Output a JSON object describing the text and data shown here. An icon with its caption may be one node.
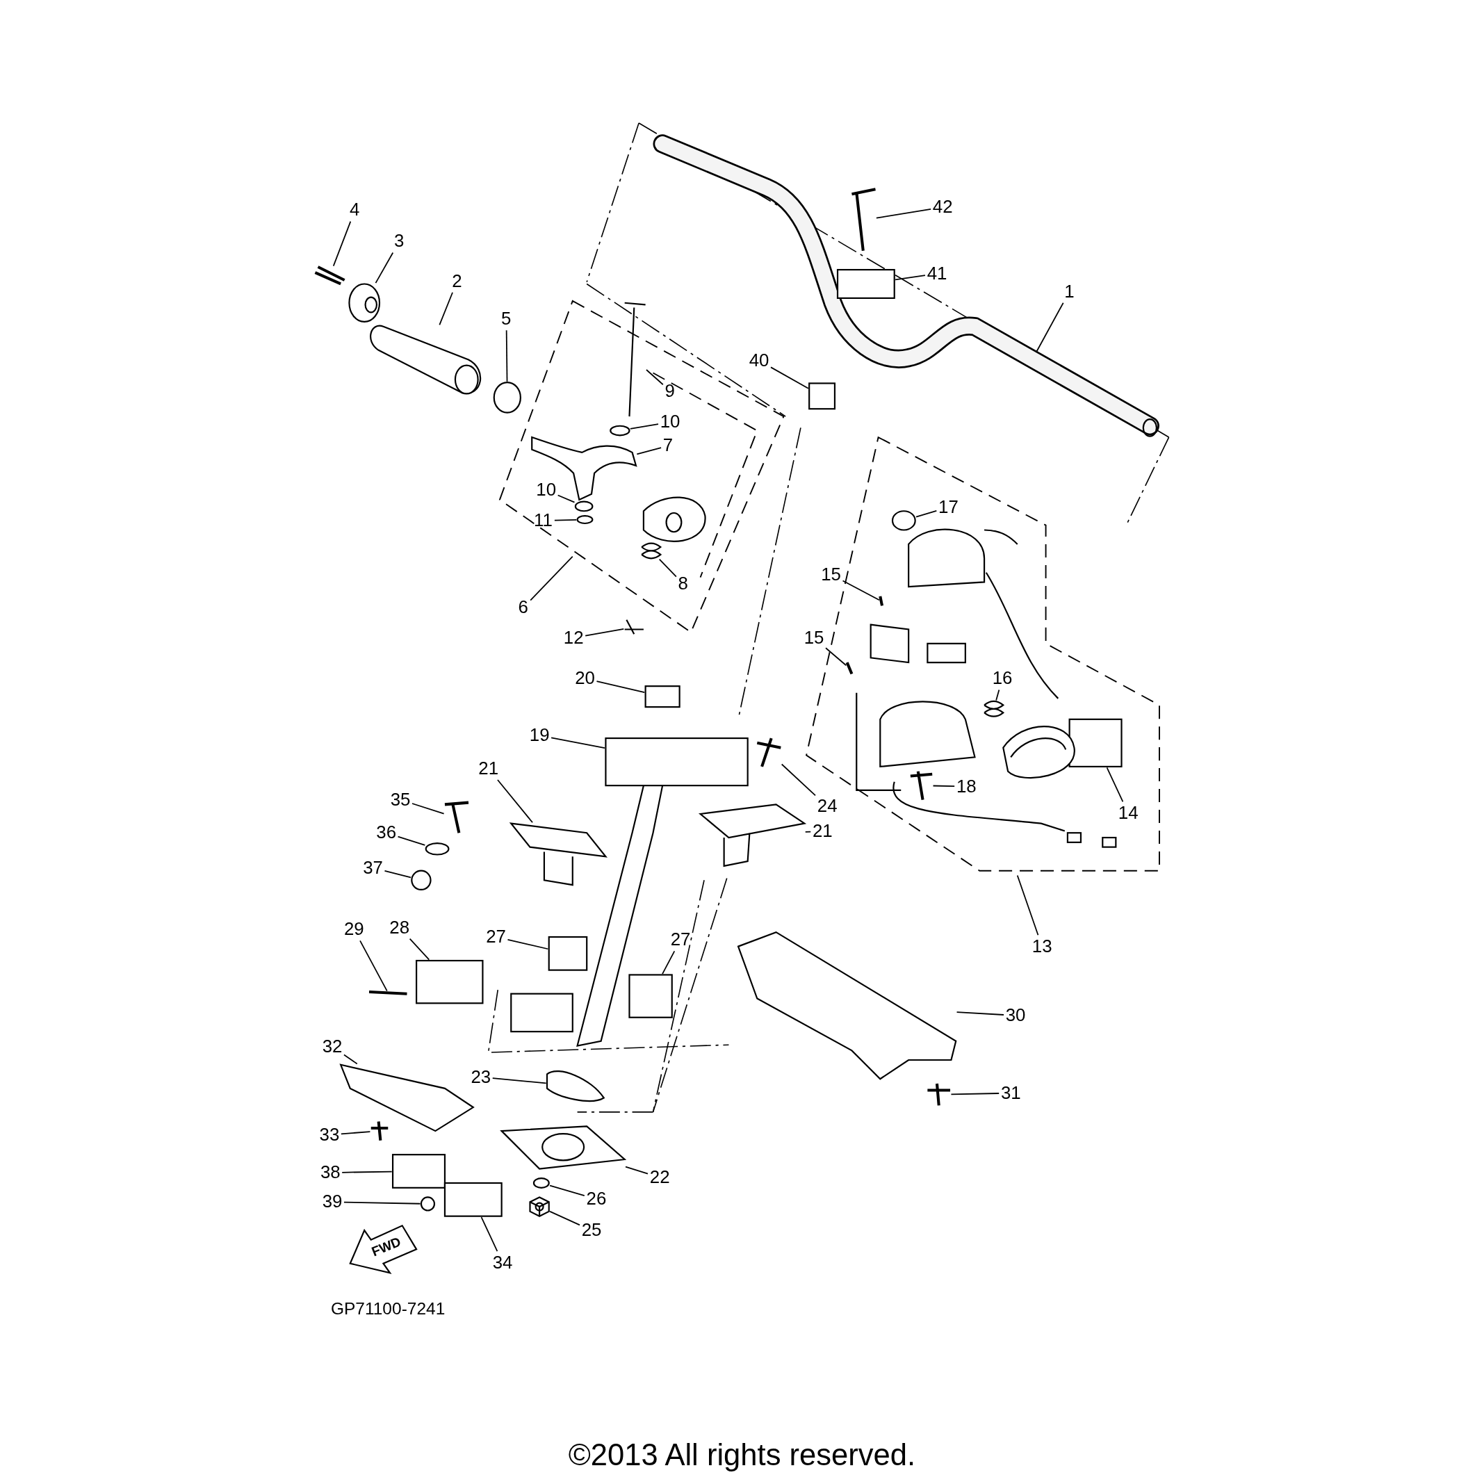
{
  "diagram": {
    "caption": "©2013 All rights reserved.",
    "nodes": [
      {
        "text": [
          "42"
        ]
      },
      {
        "text": [
          "4"
        ]
      },
      {
        "text": [
          "3"
        ]
      },
      {
        "text": [
          "41"
        ]
      },
      {
        "text": [
          "2"
        ]
      },
      {
        "text": [
          "1"
        ]
      },
      {
        "text": [
          "5"
        ]
      },
      {
        "text": [
          "40"
        ]
      },
      {
        "text": [
          "9"
        ]
      },
      {
        "text": [
          "10"
        ]
      },
      {
        "text": [
          "7"
        ]
      },
      {
        "text": [
          "10"
        ]
      },
      {
        "text": [
          "11"
        ]
      },
      {
        "text": [
          "17"
        ]
      },
      {
        "text": [
          "8"
        ]
      },
      {
        "text": [
          "15"
        ]
      },
      {
        "text": [
          "6"
        ]
      },
      {
        "text": [
          "12"
        ]
      },
      {
        "text": [
          "15"
        ]
      },
      {
        "text": [
          "20"
        ]
      },
      {
        "text": [
          "16"
        ]
      },
      {
        "text": [
          "19"
        ]
      },
      {
        "text": [
          "21"
        ]
      },
      {
        "text": [
          "18"
        ]
      },
      {
        "text": [
          "24"
        ]
      },
      {
        "text": [
          "14"
        ]
      },
      {
        "text": [
          "35"
        ]
      },
      {
        "text": [
          "21"
        ]
      },
      {
        "text": [
          "36"
        ]
      },
      {
        "text": [
          "37"
        ]
      },
      {
        "text": [
          "29"
        ]
      },
      {
        "text": [
          "28"
        ]
      },
      {
        "text": [
          "27"
        ]
      },
      {
        "text": [
          "27"
        ]
      },
      {
        "text": [
          "13"
        ]
      },
      {
        "text": [
          "30"
        ]
      },
      {
        "text": [
          "32"
        ]
      },
      {
        "text": [
          "23"
        ]
      },
      {
        "text": [
          "31"
        ]
      },
      {
        "text": [
          "33"
        ]
      },
      {
        "text": [
          "38"
        ]
      },
      {
        "text": [
          "22"
        ]
      },
      {
        "text": [
          "26"
        ]
      },
      {
        "text": [
          "39"
        ]
      },
      {
        "text": [
          "25"
        ]
      },
      {
        "text": [
          "34"
        ]
      },
      {
        "text": [],
        "shape": "picture"
      },
      {
        "text": [],
        "shape": "picture"
      },
      {
        "text": [],
        "shape": "picture"
      },
      {
        "text": [],
        "shape": "box"
      },
      {
        "text": [],
        "shape": "picture"
      },
      {
        "text": [],
        "shape": "circle"
      },
      {
        "text": [],
        "shape": "box"
      },
      {
        "text": [],
        "shape": "picture"
      },
      {
        "text": [],
        "shape": "circle"
      },
      {
        "text": [],
        "shape": "picture"
      },
      {
        "text": [],
        "shape": "circle"
      },
      {
        "text": [],
        "shape": "circle"
      },
      {
        "text": [],
        "shape": "circle"
      },
      {
        "text": [],
        "shape": "picture"
      },
      {
        "text": [],
        "shape": "picture"
      },
      {
        "text": [],
        "shape": "picture"
      },
      {
        "text": [],
        "shape": "picture"
      },
      {
        "text": [],
        "shape": "box"
      },
      {
        "text": [],
        "shape": "picture"
      },
      {
        "text": [],
        "shape": "box"
      },
      {
        "text": [],
        "shape": "picture"
      },
      {
        "text": [],
        "shape": "picture"
      },
      {
        "text": [],
        "shape": "picture"
      },
      {
        "text": [],
        "shape": "box"
      },
      {
        "text": [],
        "shape": "picture"
      },
      {
        "text": [],
        "shape": "picture"
      },
      {
        "text": [],
        "shape": "circle"
      },
      {
        "text": [],
        "shape": "circle"
      },
      {
        "text": [],
        "shape": "picture"
      },
      {
        "text": [],
        "shape": "box"
      },
      {
        "text": [],
        "shape": "box"
      },
      {
        "text": [],
        "shape": "box"
      },
      {
        "text": [],
        "shape": "picture"
      },
      {
        "text": [],
        "shape": "picture"
      },
      {
        "text": [],
        "shape": "picture"
      },
      {
        "text": [],
        "shape": "picture"
      },
      {
        "text": [],
        "shape": "picture"
      },
      {
        "text": [],
        "shape": "box"
      },
      {
        "text": [],
        "shape": "picture"
      },
      {
        "text": [],
        "shape": "circle"
      },
      {
        "text": [],
        "shape": "circle"
      },
      {
        "text": [],
        "shape": "picture"
      },
      {
        "text": [],
        "shape": "box"
      },
      {
        "text": [
          "FWD"
        ]
      },
      {
        "text": [],
        "shape": "box"
      },
      {
        "text": [],
        "shape": "picture"
      }
    ],
    "edges": [
      {
        "from": 0,
        "to": 46,
        "arrow": "none"
      },
      {
        "from": 1,
        "to": 47,
        "arrow": "none"
      },
      {
        "from": 2,
        "to": 48,
        "arrow": "none"
      },
      {
        "from": 3,
        "to": 49,
        "arrow": "none"
      },
      {
        "from": 4,
        "to": 50,
        "arrow": "none"
      },
      {
        "from": 5,
        "to": null,
        "arrow": "none"
      },
      {
        "from": 6,
        "to": 51,
        "arrow": "none"
      },
      {
        "from": 7,
        "to": 52,
        "arrow": "none"
      },
      {
        "from": 8,
        "to": 53,
        "arrow": "none"
      },
      {
        "from": 9,
        "to": 54,
        "arrow": "none"
      },
      {
        "from": 10,
        "to": 55,
        "arrow": "none"
      },
      {
        "from": 11,
        "to": 56,
        "arrow": "none"
      },
      {
        "from": 12,
        "to": 57,
        "arrow": "none"
      },
      {
        "from": 13,
        "to": 58,
        "arrow": "none"
      },
      {
        "from": 14,
        "to": 59,
        "arrow": "none"
      },
      {
        "from": 15,
        "to": 60,
        "arrow": "none"
      },
      {
        "from": 16,
        "to": null,
        "arrow": "none"
      },
      {
        "from": 17,
        "to": 61,
        "arrow": "none"
      },
      {
        "from": 18,
        "to": 62,
        "arrow": "none"
      },
      {
        "from": 19,
        "to": 63,
        "arrow": "none"
      },
      {
        "from": 20,
        "to": 64,
        "arrow": "none"
      },
      {
        "from": 21,
        "to": 65,
        "arrow": "none"
      },
      {
        "from": 22,
        "to": 66,
        "arrow": "none"
      },
      {
        "from": 23,
        "to": 67,
        "arrow": "none"
      },
      {
        "from": 24,
        "to": 68,
        "arrow": "none"
      },
      {
        "from": 25,
        "to": 69,
        "arrow": "none"
      },
      {
        "from": 26,
        "to": 70,
        "arrow": "none"
      },
      {
        "from": 27,
        "to": 71,
        "arrow": "none"
      },
      {
        "from": 28,
        "to": 72,
        "arrow": "none"
      },
      {
        "from": 29,
        "to": 73,
        "arrow": "none"
      },
      {
        "from": 30,
        "to": 74,
        "arrow": "none"
      },
      {
        "from": 31,
        "to": 75,
        "arrow": "none"
      },
      {
        "from": 32,
        "to": 76,
        "arrow": "none"
      },
      {
        "from": 33,
        "to": 77,
        "arrow": "none"
      },
      {
        "from": 34,
        "to": null,
        "arrow": "none"
      },
      {
        "from": 35,
        "to": 78,
        "arrow": "none"
      },
      {
        "from": 36,
        "to": 79,
        "arrow": "none"
      },
      {
        "from": 37,
        "to": 80,
        "arrow": "none"
      },
      {
        "from": 38,
        "to": 81,
        "arrow": "none"
      },
      {
        "from": 39,
        "to": 82,
        "arrow": "none"
      },
      {
        "from": 40,
        "to": 83,
        "arrow": "none"
      },
      {
        "from": 41,
        "to": 84,
        "arrow": "none"
      },
      {
        "from": 42,
        "to": 85,
        "arrow": "none"
      },
      {
        "from": 43,
        "to": 86,
        "arrow": "none"
      },
      {
        "from": 44,
        "to": 87,
        "arrow": "none"
      },
      {
        "from": 45,
        "to": 88,
        "arrow": "none"
      }
    ],
    "labels": [
      "GP71100-7241"
    ]
  }
}
